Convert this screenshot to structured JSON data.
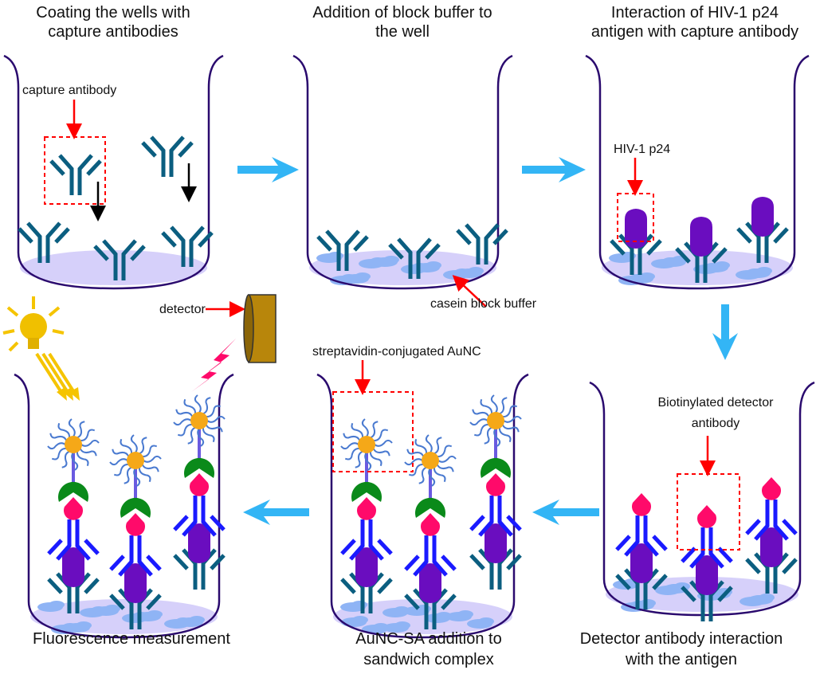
{
  "steps": [
    {
      "line1": "Coating the wells with",
      "line2": "capture antibodies"
    },
    {
      "line1": "Addition of block buffer to",
      "line2": "the well"
    },
    {
      "line1": "Interaction of HIV-1 p24",
      "line2": "antigen with capture antibody"
    },
    {
      "line1": "Detector antibody interaction",
      "line2": "with the antigen"
    },
    {
      "line1": "AuNC-SA addition to",
      "line2": "sandwich complex"
    },
    {
      "line1": "Fluorescence measurement",
      "line2": ""
    }
  ],
  "labels": {
    "capture_antibody": "capture antibody",
    "casein": "casein block buffer",
    "p24": "HIV-1 p24",
    "detector_ab_1": "Biotinylated detector",
    "detector_ab_2": "antibody",
    "aunc": "streptavidin-conjugated AuNC",
    "detector": "detector"
  },
  "colors": {
    "capture_antibody": "#0b5e80",
    "detector_antibody": "#1a1aff",
    "antigen": "#6a0dbf",
    "biotin": "#ff0a6a",
    "streptavidin": "#0a8a1a",
    "gold_nanocluster": "#f5a818",
    "ligand": "#4a7ad0",
    "flow_arrow": "#33b5f5",
    "well_outline": "#2a0a6e",
    "plate": "#d6d0fa",
    "casein": "#8fb4f5",
    "callout": "#ff0000"
  }
}
